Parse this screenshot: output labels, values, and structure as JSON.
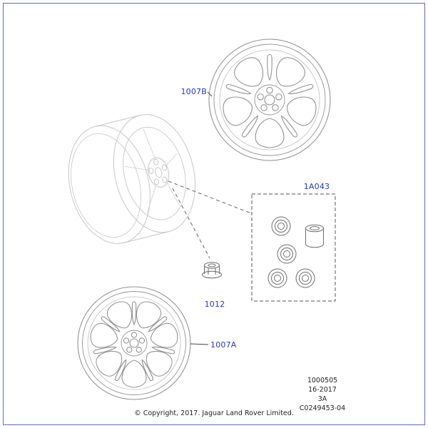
{
  "colors": {
    "label-blue": "#2a35c8",
    "border-blue": "#5e6bd2"
  },
  "parts": {
    "wheel_b": {
      "code": "1007B"
    },
    "nut_kit": {
      "code": "1A043"
    },
    "nut": {
      "code": "1012"
    },
    "wheel_a": {
      "code": "1007A"
    }
  },
  "footer": {
    "doc_number": "1000505",
    "revision_date": "16-2017",
    "sheet": "3A",
    "drawing_ref": "C0249453-04",
    "copyright": "© Copyright, 2017. Jaguar Land Rover Limited."
  }
}
